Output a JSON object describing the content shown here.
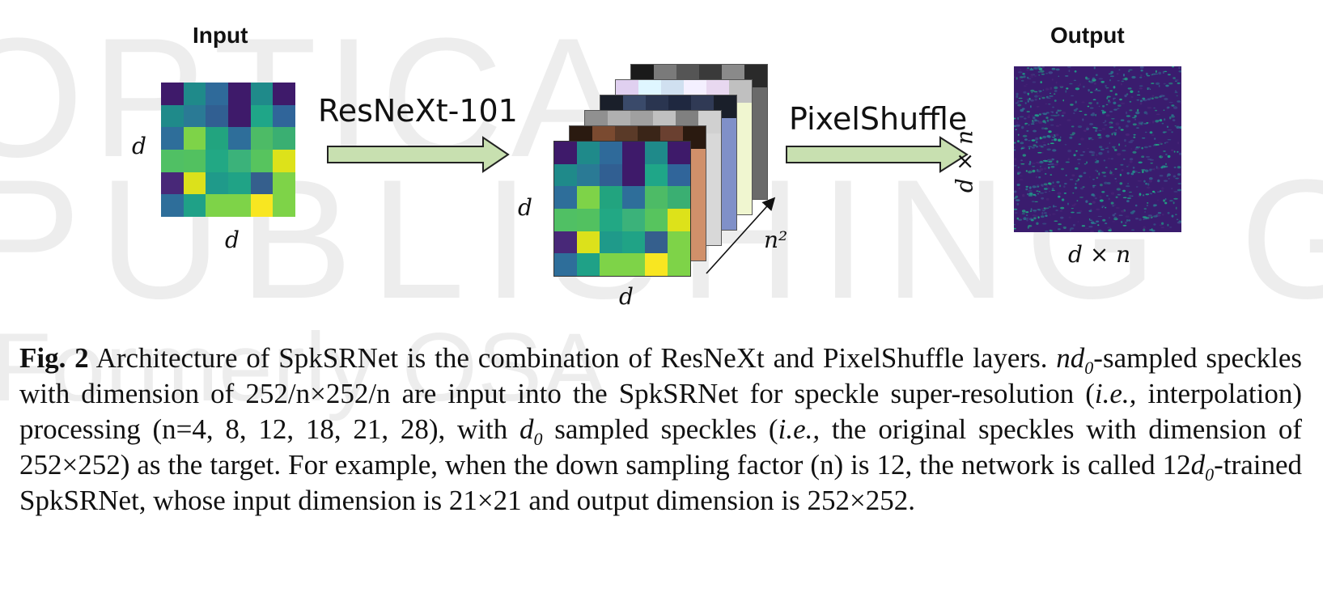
{
  "watermark": {
    "line1": "OPTICA",
    "line2": "PUBLISHING GROUP",
    "line3": "Formerly OSA"
  },
  "diagram": {
    "input_title": "Input",
    "output_title": "Output",
    "input_dim_left": "d",
    "input_dim_bottom": "d",
    "op1": "ResNeXt-101",
    "op2": "PixelShuffle",
    "stack_dim_left": "d",
    "stack_dim_bottom": "d",
    "stack_depth": "n²",
    "output_dim_left": "d × n",
    "output_dim_bottom": "d × n",
    "colors": {
      "arrow_fill": "#c8e0b0",
      "arrow_stroke": "#222222",
      "output_background": "#3a1c6e"
    },
    "input_grid": [
      [
        "#3e1a6a",
        "#1f8a8a",
        "#2f6a9a",
        "#3e1a6a",
        "#1f8a8a",
        "#3e1a6a"
      ],
      [
        "#1f8a8a",
        "#2a7a95",
        "#315f92",
        "#3e1a6a",
        "#1fa688",
        "#30659a"
      ],
      [
        "#2e6e9a",
        "#7ed348",
        "#22a47f",
        "#2e6e9a",
        "#4dbb66",
        "#3aaf72"
      ],
      [
        "#50c064",
        "#52c160",
        "#22a884",
        "#3bb27a",
        "#57c45e",
        "#dde21a"
      ],
      [
        "#482878",
        "#dce11b",
        "#1f9a8a",
        "#20a386",
        "#355f8d",
        "#7ed348"
      ],
      [
        "#2e6e9a",
        "#1fa187",
        "#7ed348",
        "#7ed348",
        "#f8e621",
        "#7ed348"
      ]
    ],
    "layer_colors": [
      [
        "#1a1a1a",
        "#7a7a7a",
        "#555555",
        "#3a3a3a",
        "#8a8a8a",
        "#2a2a2a"
      ],
      [
        "#e0d0f0",
        "#dff6ff",
        "#d0e0f0",
        "#f4f0ff",
        "#e8d8f0",
        "#c0c0c0"
      ],
      [
        "#1a1f2a",
        "#3a4a6a",
        "#2a3550",
        "#1f2840",
        "#303a55",
        "#1a1f2a"
      ],
      [
        "#909090",
        "#b0b0b0",
        "#a0a0a0",
        "#c0c0c0",
        "#808080",
        "#d0d0d0"
      ],
      [
        "#2a1a10",
        "#7a4a30",
        "#5a3a28",
        "#3a2518",
        "#6a4030",
        "#2a1a10"
      ]
    ],
    "layer_side_colors": [
      "#6a6a6a",
      "#f0f6d0",
      "#8090c8",
      "#d8d8d8",
      "#d0906a"
    ]
  },
  "caption": {
    "fig": "Fig. 2",
    "s1": " Architecture of SpkSRNet is the combination of ResNeXt and PixelShuffle layers. ",
    "nd": "nd",
    "sub0": "0",
    "s2": "-sampled speckles with dimension of 252/n×252/n are input into the SpkSRNet for speckle super-resolution (",
    "ie1": "i.e.,",
    "s3": " interpolation) processing (n=4, 8, 12, 18, 21, 28), with ",
    "d0": "d",
    "sub1": "0",
    "s4": " sampled speckles (",
    "ie2": "i.e.,",
    "s5": " the original speckles with dimension of 252×252) as the target. For example, when the down sampling factor (n) is 12, the network is called 12",
    "d0b": "d",
    "sub2": "0",
    "s6": "-trained SpkSRNet, whose input dimension is 21×21 and output dimension is 252×252."
  }
}
